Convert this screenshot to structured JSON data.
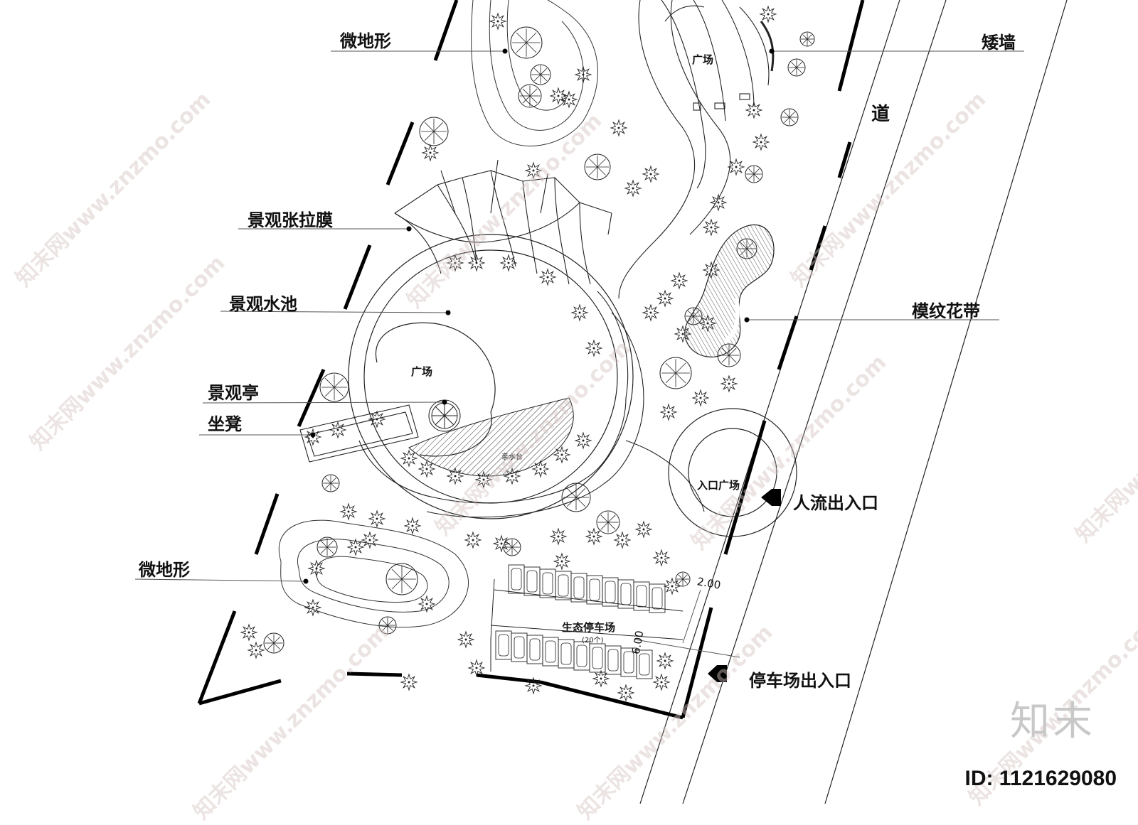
{
  "labels": {
    "micro_terrain_top": "微地形",
    "low_wall": "矮墙",
    "road": "道",
    "membrane": "景观张拉膜",
    "water_pool": "景观水池",
    "plaza_center": "广场",
    "plaza_top": "广场",
    "pavilion": "景观亭",
    "bench": "坐凳",
    "pattern_belt": "模纹花带",
    "entry_plaza": "入口广场",
    "pedestrian_entry": "人流出入口",
    "micro_terrain_bottom": "微地形",
    "eco_parking": "生态停车场",
    "parking_count": "(20个)",
    "parking_entry": "停车场出入口",
    "water_platform": "亲水台",
    "dim_2": "2.00",
    "dim_6": "6.00"
  },
  "watermark": "知末网www.znzmo.com",
  "logo": "知末",
  "id_text": "ID: 1121629080",
  "colors": {
    "line": "#111111",
    "hatch": "#333333",
    "watermark": "#d2c3be"
  }
}
